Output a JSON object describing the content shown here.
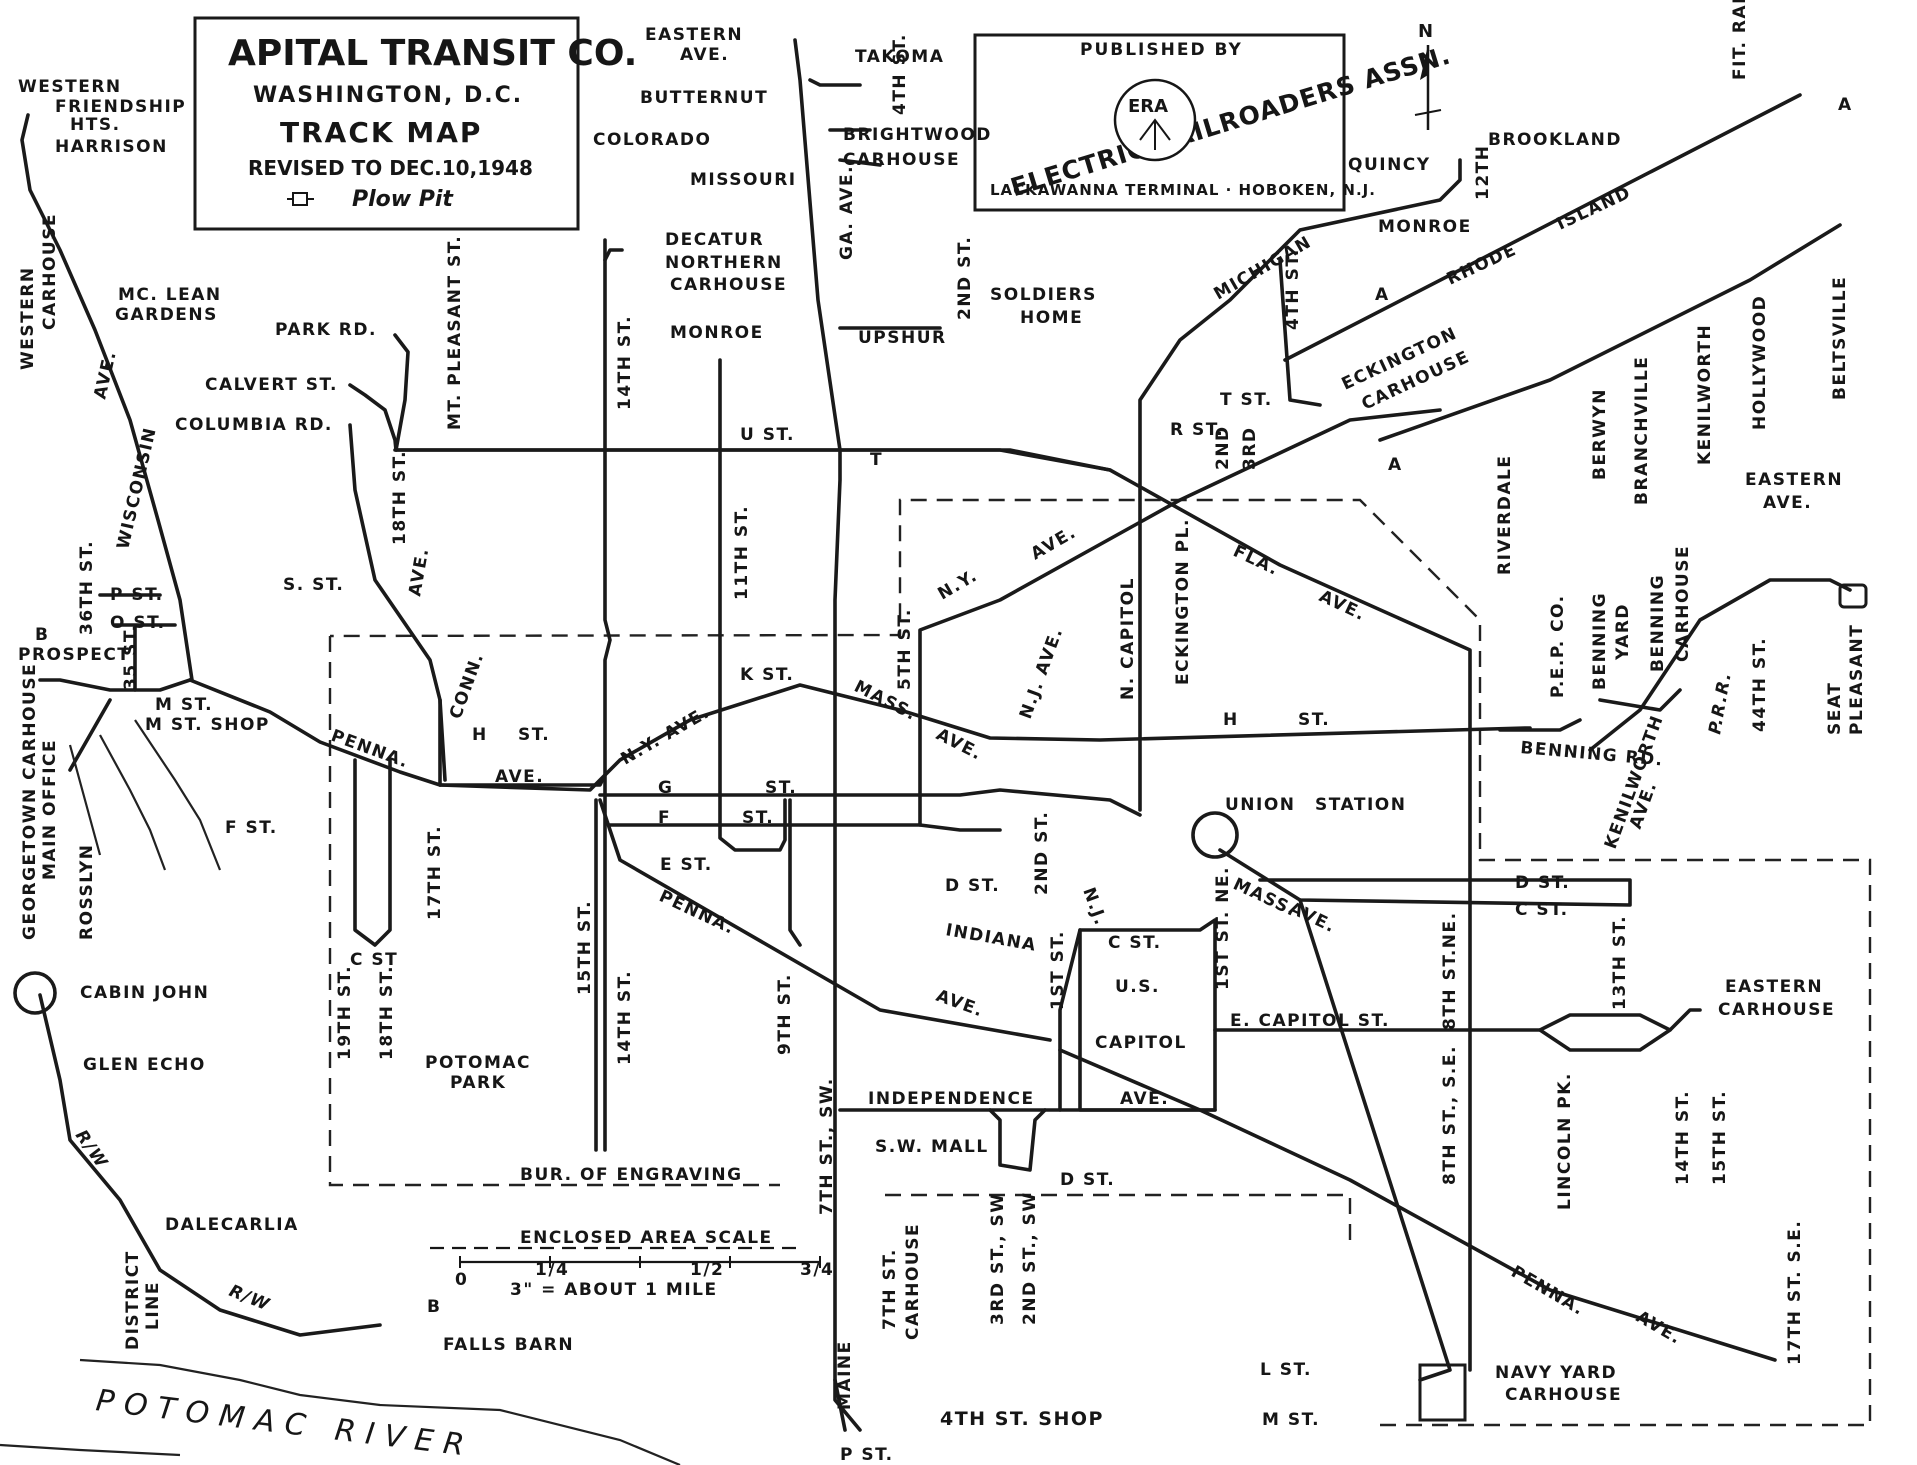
{
  "title_box": {
    "company": "APITAL TRANSIT CO.",
    "city": "WASHINGTON, D.C.",
    "map_name": "TRACK MAP",
    "revised": "REVISED TO DEC.10,1948",
    "legend": "Plow Pit"
  },
  "publisher_box": {
    "published_by": "PUBLISHED BY",
    "org": "ELECTRIC RAILROADERS ASSN.",
    "logo_letters": "ERA",
    "address": "LACKAWANNA TERMINAL · HOBOKEN, N.J."
  },
  "north_arrow": "N",
  "scale": {
    "title": "ENCLOSED AREA SCALE",
    "ticks": [
      "0",
      "1/4",
      "1/2",
      "3/4"
    ],
    "note": "3\" = ABOUT 1 MILE"
  },
  "river": "POTOMAC RIVER",
  "labels": [
    "WESTERN",
    "FRIENDSHIP",
    "HTS.",
    "HARRISON",
    "WESTERN",
    "CARHOUSE",
    "MC. LEAN",
    "GARDENS",
    "WISCONSIN",
    "AVE.",
    "PARK RD.",
    "CALVERT ST.",
    "COLUMBIA RD.",
    "MT. PLEASANT ST.",
    "18TH ST.",
    "COLORADO",
    "DECATUR",
    "NORTHERN",
    "CARHOUSE",
    "MONROE",
    "14TH ST.",
    "BUTTERNUT",
    "EASTERN",
    "AVE.",
    "TAKOMA",
    "4TH ST.",
    "BRIGHTWOOD",
    "CARHOUSE",
    "MISSOURI",
    "GA. AVE.",
    "SOLDIERS",
    "HOME",
    "2ND ST.",
    "UPSHUR",
    "BROOKLAND",
    "QUINCY",
    "MONROE",
    "12TH",
    "MICHIGAN",
    "RHODE",
    "ISLAND",
    "4TH ST.",
    "ECKINGTON",
    "CARHOUSE",
    "T ST.",
    "R ST.",
    "2ND",
    "3RD",
    "U ST.",
    "T",
    "P ST.",
    "O ST.",
    "36TH ST.",
    "35 ST.",
    "B",
    "PROSPECT",
    "GEORGETOWN CARHOUSE",
    "MAIN OFFICE",
    "M ST.",
    "M ST. SHOP",
    "ROSSLYN",
    "F ST.",
    "S. ST.",
    "CONN.",
    "AVE.",
    "H",
    "ST.",
    "AVE.",
    "PENNA.",
    "N.Y. AVE.",
    "K ST.",
    "11TH ST.",
    "MASS.",
    "AVE.",
    "5TH ST.",
    "N.Y.",
    "AVE.",
    "N.J. AVE.",
    "N. CAPITOL",
    "ECKINGTON PL.",
    "FLA.",
    "AVE.",
    "H",
    "ST.",
    "RIVERDALE",
    "BERWYN",
    "BRANCHVILLE",
    "KENILWORTH",
    "HOLLYWOOD",
    "BELTSVILLE",
    "EASTERN",
    "AVE.",
    "P.E.P. CO.",
    "BENNING",
    "YARD",
    "BENNING",
    "CARHOUSE",
    "P.R.R.",
    "44TH ST.",
    "SEAT",
    "PLEASANT",
    "BENNING RD.",
    "KENILWORTH",
    "AVE.",
    "G",
    "ST.",
    "F",
    "ST.",
    "E ST.",
    "PENNA.",
    "17TH ST.",
    "C ST",
    "19TH ST.",
    "18TH ST.",
    "POTOMAC",
    "PARK",
    "15TH ST.",
    "14TH ST.",
    "9TH ST.",
    "AVE.",
    "D ST.",
    "2ND ST.",
    "INDIANA",
    "N.J.",
    "C ST.",
    "1ST ST.",
    "U.S.",
    "CAPITOL",
    "1ST ST. NE.",
    "UNION",
    "STATION",
    "MASS.",
    "AVE.",
    "D ST.",
    "C ST.",
    "13TH ST.",
    "8TH ST.NE.",
    "E. CAPITOL ST.",
    "EASTERN",
    "CARHOUSE",
    "INDEPENDENCE",
    "AVE.",
    "S.W. MALL",
    "D ST.",
    "BUR. OF ENGRAVING",
    "7TH ST., SW.",
    "8TH ST., S.E.",
    "LINCOLN PK.",
    "14TH ST.",
    "15TH ST.",
    "17TH ST. S.E.",
    "PENNA.",
    "AVE.",
    "CABIN JOHN",
    "GLEN ECHO",
    "R/W",
    "DALECARLIA",
    "DISTRICT",
    "LINE",
    "R/W",
    "B",
    "FALLS BARN",
    "7TH ST.",
    "CARHOUSE",
    "3RD ST., SW",
    "2ND ST., SW",
    "MAINE",
    "P ST.",
    "4TH ST. SHOP",
    "L ST.",
    "M ST.",
    "NAVY YARD",
    "CARHOUSE",
    "A",
    "A",
    "A",
    "FIT. RAIL-ICR"
  ]
}
